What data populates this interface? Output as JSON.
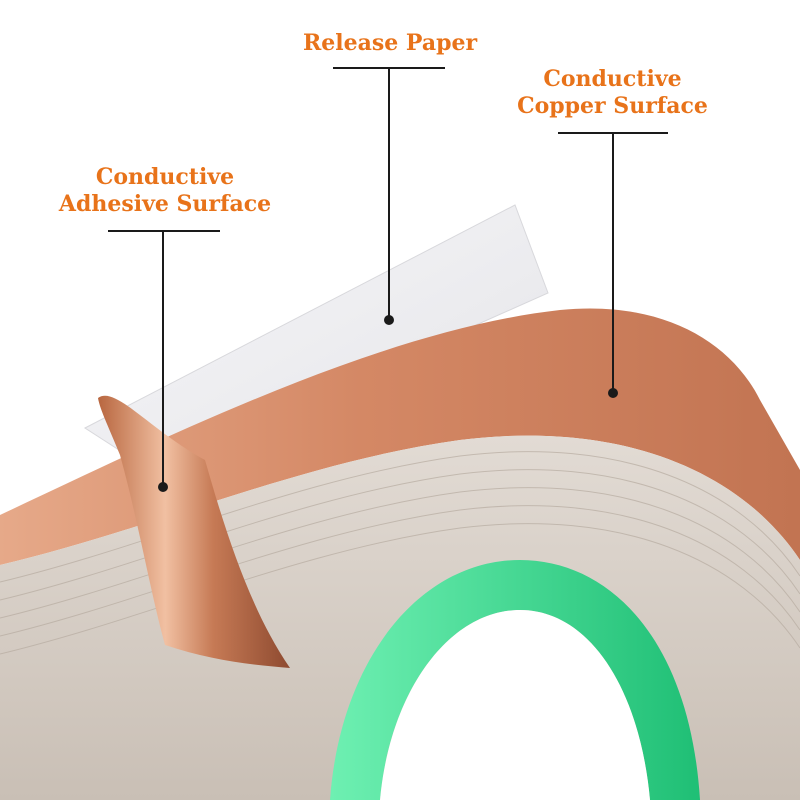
{
  "colors": {
    "label": "#e8731a",
    "leader": "#1a1a1a",
    "copper": "#d9916f",
    "copper_dark": "#a45a3c",
    "release_paper": "#f1f1f3",
    "tape_edge": "#d8d0c8",
    "core": "#3cd88d",
    "background": "#ffffff"
  },
  "labels": {
    "release_paper": "Release Paper",
    "copper_surface": [
      "Conductive",
      "Copper Surface"
    ],
    "adhesive_surface": [
      "Conductive",
      "Adhesive Surface"
    ]
  }
}
